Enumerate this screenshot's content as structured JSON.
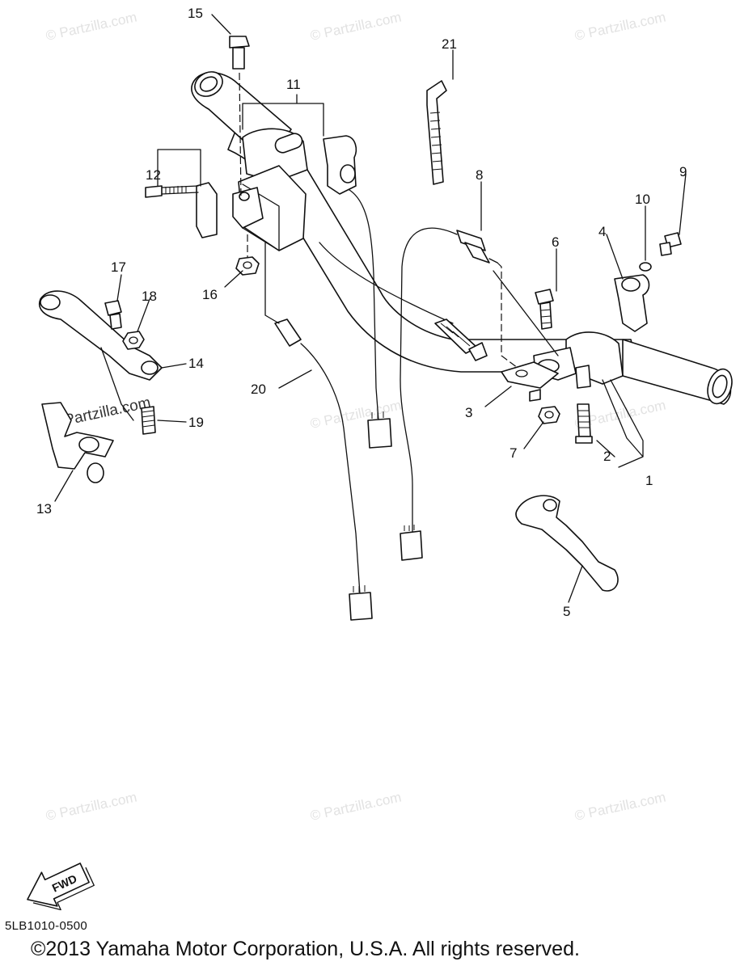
{
  "watermark": "© Partzilla.com",
  "watermark_dark": "© Partzilla.com",
  "fwd_label": "FWD",
  "diagram_code": "5LB1010-0500",
  "copyright": "©2013  Yamaha Motor Corporation, U.S.A. All rights reserved.",
  "callouts": [
    "1",
    "2",
    "3",
    "4",
    "5",
    "6",
    "7",
    "8",
    "9",
    "10",
    "11",
    "12",
    "13",
    "14",
    "15",
    "16",
    "17",
    "18",
    "19",
    "20",
    "21"
  ]
}
